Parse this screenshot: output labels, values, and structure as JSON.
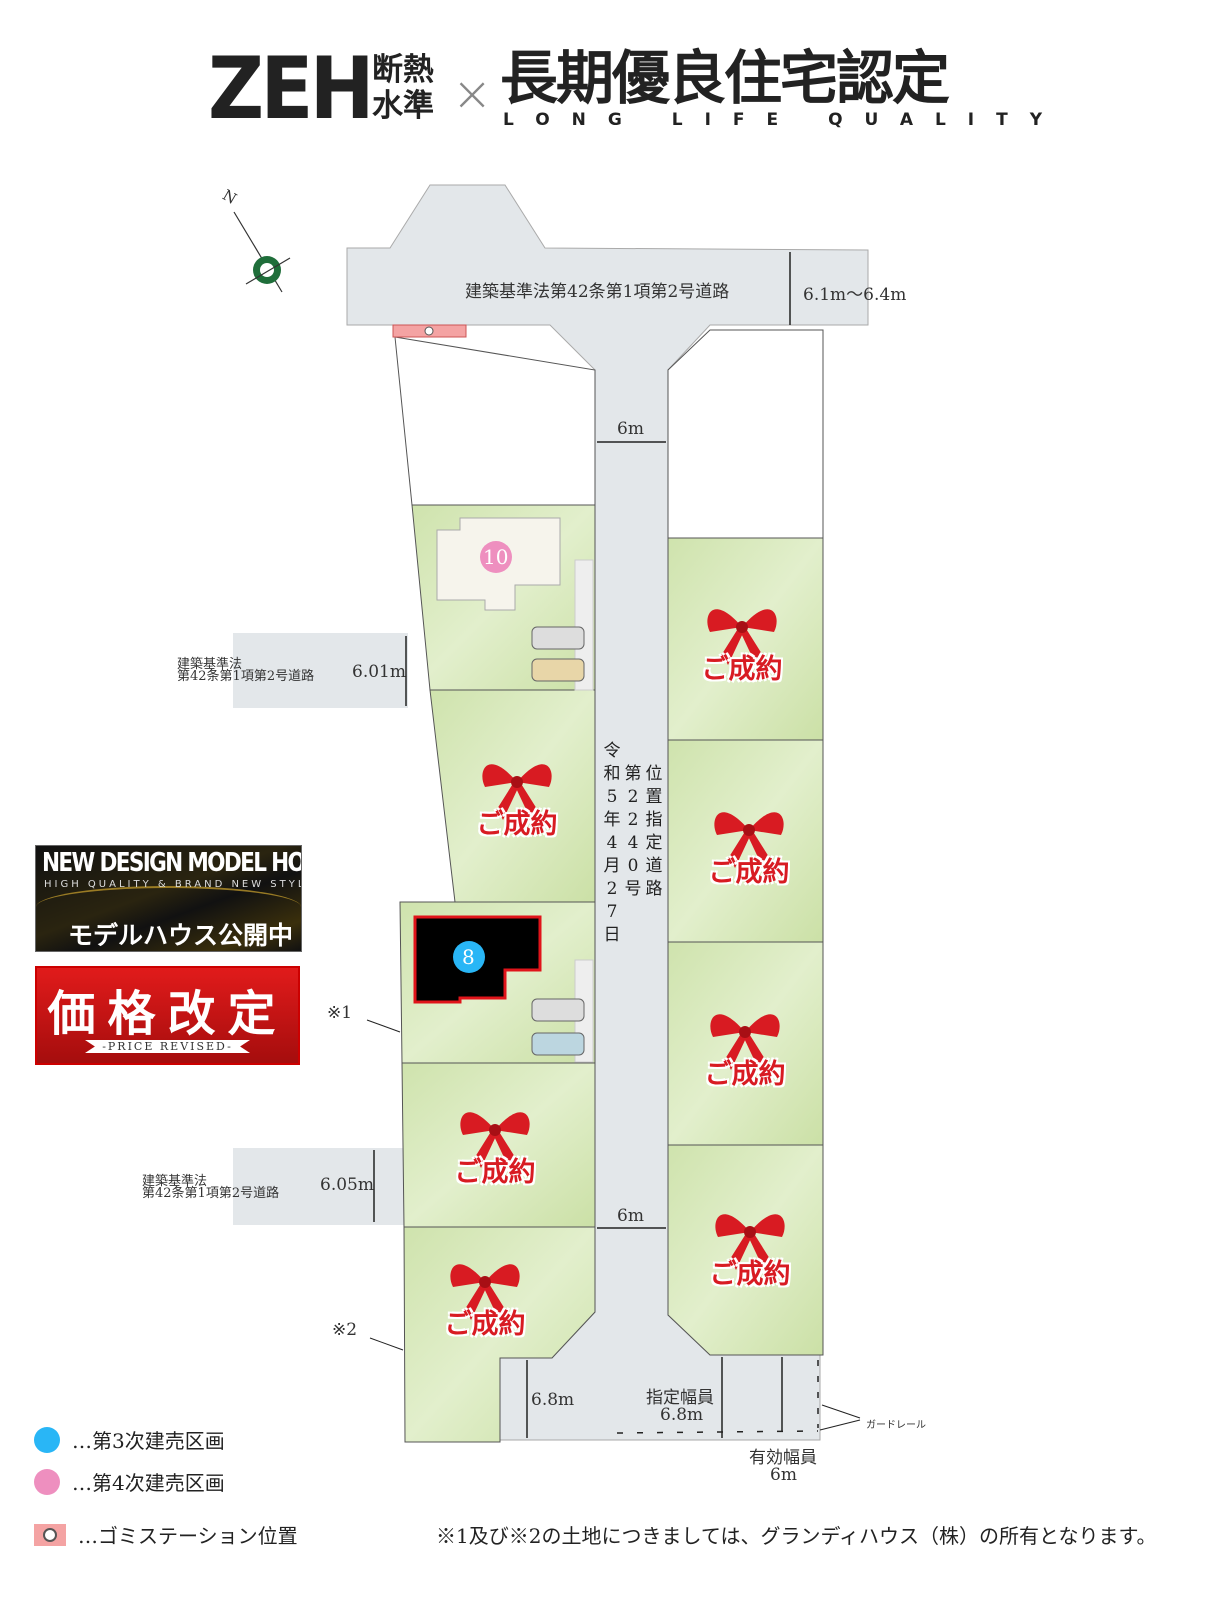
{
  "header": {
    "zeh": "ZEH",
    "zeh_sub": "断熱水準",
    "cross": "×",
    "long_life": "長期優良住宅認定",
    "long_life_en": "LONG LIFE QUALITY"
  },
  "compass": {
    "north": "N"
  },
  "roads": {
    "top_road": "建築基準法第42条第1項第2号道路",
    "top_width": "6.1m〜6.4m",
    "main_width_top": "6m",
    "main_width_bottom": "6m",
    "main_road_label": [
      "令和5年4月27日",
      "第2240号",
      "位置指定道路"
    ],
    "side_road_1": [
      "建築基準法",
      "第42条第1項第2号道路"
    ],
    "side_road_1_width": "6.01m",
    "side_road_2": [
      "建築基準法",
      "第42条第1項第2号道路"
    ],
    "side_road_2_width": "6.05m",
    "bottom_width": "6.8m",
    "designated_width_label": "指定幅員",
    "designated_width": "6.8m",
    "effective_width_label": "有効幅員",
    "effective_width": "6m",
    "guardrail": "ガードレール"
  },
  "lots": {
    "lot_10": "10",
    "lot_8": "8",
    "sold_label": "ご成約",
    "note_1": "※1",
    "note_2": "※2"
  },
  "banners": {
    "model_title": "NEW DESIGN MODEL HOUSE",
    "model_sub": "HIGH QUALITY & BRAND NEW STYLE",
    "model_open": "モデルハウス公開中",
    "price_title": "価格改定",
    "price_sub": "-PRICE REVISED-"
  },
  "legend": [
    {
      "label": "…第3次建売区画",
      "color": "#29b6f6"
    },
    {
      "label": "…第4次建売区画",
      "color": "#ee8fbf"
    },
    {
      "label": "…ゴミステーション位置",
      "color": "#f4a3a3"
    }
  ],
  "footnote": "※1及び※2の土地につきましては、グランディハウス（株）の所有となります。",
  "colors": {
    "road": "#e3e7ea",
    "lot": "#d6e8b8",
    "sold": "#d81b22",
    "lot8_dot": "#29b6f6",
    "lot10_dot": "#ee8fbf"
  }
}
